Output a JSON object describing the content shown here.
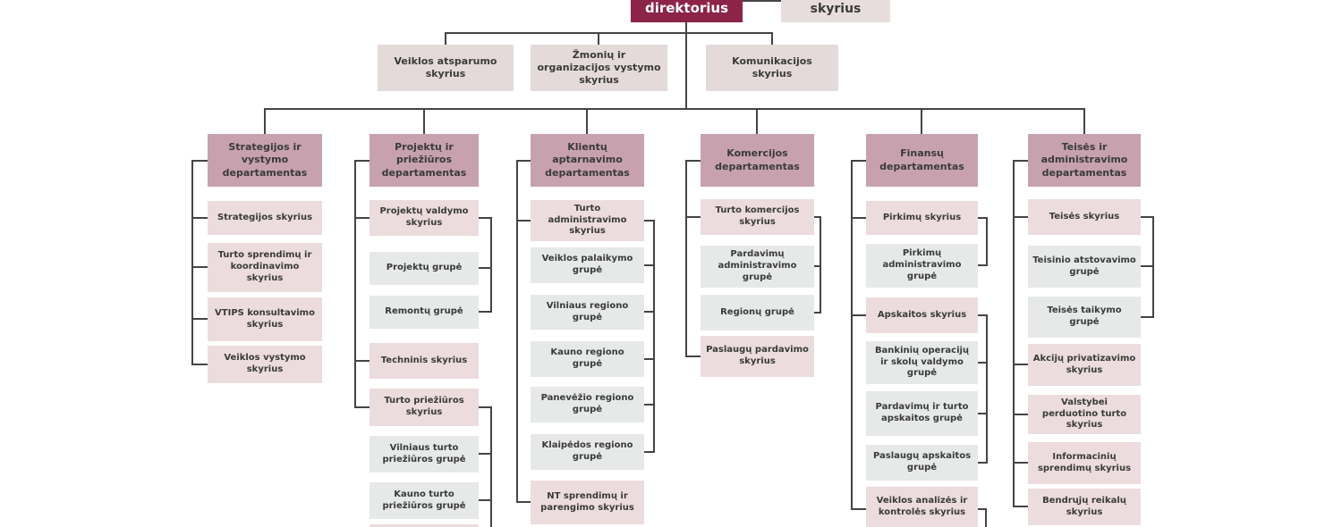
{
  "palette": {
    "director_bg": "#8c2446",
    "director_text": "#ffffff",
    "dept_header_bg": "#c7a2ae",
    "skyrius_box_bg": "#ecdcdd",
    "grupe_box_bg": "#e6e9e8",
    "level2_box_bg": "#e5dada",
    "connector_line": "#444444",
    "text": "#3a3a3a"
  },
  "top": {
    "director": "direktorius",
    "aside": "skyrius"
  },
  "level2": [
    {
      "label": "Veiklos atsparumo skyrius"
    },
    {
      "label": "Žmonių ir organizacijos vystymo skyrius"
    },
    {
      "label": "Komunikacijos skyrius"
    }
  ],
  "departments": [
    {
      "header": "Strategijos ir vystymo departamentas",
      "children": [
        {
          "label": "Strategijos skyrius",
          "kind": "skyrius"
        },
        {
          "label": "Turto sprendimų ir koordinavimo skyrius",
          "kind": "skyrius"
        },
        {
          "label": "VTIPS konsultavimo skyrius",
          "kind": "skyrius"
        },
        {
          "label": "Veiklos vystymo skyrius",
          "kind": "skyrius"
        }
      ]
    },
    {
      "header": "Projektų ir priežiūros departamentas",
      "children": [
        {
          "label": "Projektų valdymo skyrius",
          "kind": "skyrius"
        },
        {
          "label": "Projektų grupė",
          "kind": "grupe"
        },
        {
          "label": "Remontų grupė",
          "kind": "grupe"
        },
        {
          "label": "Techninis skyrius",
          "kind": "skyrius"
        },
        {
          "label": "Turto priežiūros skyrius",
          "kind": "skyrius"
        },
        {
          "label": "Vilniaus turto priežiūros grupė",
          "kind": "grupe"
        },
        {
          "label": "Kauno turto priežiūros grupė",
          "kind": "grupe"
        }
      ]
    },
    {
      "header": "Klientų aptarnavimo departamentas",
      "children": [
        {
          "label": "Turto administravimo skyrius",
          "kind": "skyrius"
        },
        {
          "label": "Veiklos palaikymo grupė",
          "kind": "grupe"
        },
        {
          "label": "Vilniaus regiono grupė",
          "kind": "grupe"
        },
        {
          "label": "Kauno regiono grupė",
          "kind": "grupe"
        },
        {
          "label": "Panevėžio regiono grupė",
          "kind": "grupe"
        },
        {
          "label": "Klaipėdos regiono grupė",
          "kind": "grupe"
        },
        {
          "label": "NT sprendimų ir parengimo skyrius",
          "kind": "skyrius"
        }
      ]
    },
    {
      "header": "Komercijos departamentas",
      "children": [
        {
          "label": "Turto komercijos skyrius",
          "kind": "skyrius"
        },
        {
          "label": "Pardavimų administravimo grupė",
          "kind": "grupe"
        },
        {
          "label": "Regionų grupė",
          "kind": "grupe"
        },
        {
          "label": "Paslaugų pardavimo skyrius",
          "kind": "skyrius"
        }
      ]
    },
    {
      "header": "Finansų departamentas",
      "children": [
        {
          "label": "Pirkimų skyrius",
          "kind": "skyrius"
        },
        {
          "label": "Pirkimų administravimo grupė",
          "kind": "grupe"
        },
        {
          "label": "Apskaitos skyrius",
          "kind": "skyrius"
        },
        {
          "label": "Bankinių operacijų ir skolų valdymo grupė",
          "kind": "grupe"
        },
        {
          "label": "Pardavimų ir turto apskaitos grupė",
          "kind": "grupe"
        },
        {
          "label": "Paslaugų apskaitos grupė",
          "kind": "grupe"
        },
        {
          "label": "Veiklos analizės ir kontrolės skyrius",
          "kind": "skyrius"
        }
      ]
    },
    {
      "header": "Teisės ir administravimo departamentas",
      "children": [
        {
          "label": "Teisės skyrius",
          "kind": "skyrius"
        },
        {
          "label": "Teisinio atstovavimo grupė",
          "kind": "grupe"
        },
        {
          "label": "Teisės taikymo grupė",
          "kind": "grupe"
        },
        {
          "label": "Akcijų privatizavimo skyrius",
          "kind": "skyrius"
        },
        {
          "label": "Valstybei perduotino turto skyrius",
          "kind": "skyrius"
        },
        {
          "label": "Informacinių sprendimų skyrius",
          "kind": "skyrius"
        },
        {
          "label": "Bendrųjų reikalų skyrius",
          "kind": "skyrius"
        }
      ]
    }
  ]
}
